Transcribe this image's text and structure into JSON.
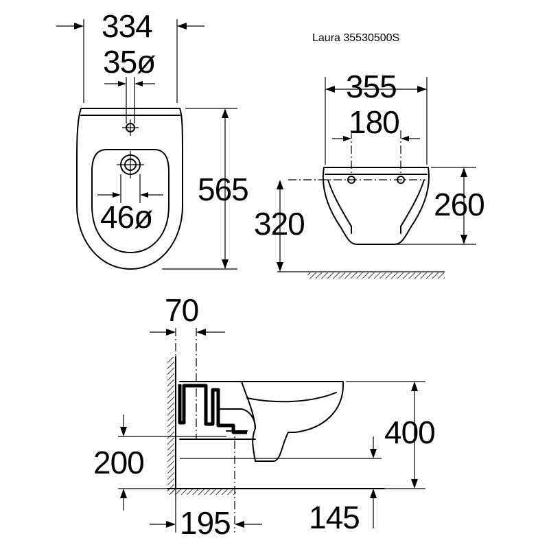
{
  "model": "Laura 35530500S",
  "top_view": {
    "width": "334",
    "tap_hole": "35ø",
    "drain": "46ø",
    "length": "565"
  },
  "front_view": {
    "width": "355",
    "bolt_spacing": "180",
    "height": "260",
    "fix_height": "320"
  },
  "side_view": {
    "wall_offset": "70",
    "outlet_height": "200",
    "rim_height": "400",
    "outlet_depth": "195",
    "drop": "145"
  }
}
